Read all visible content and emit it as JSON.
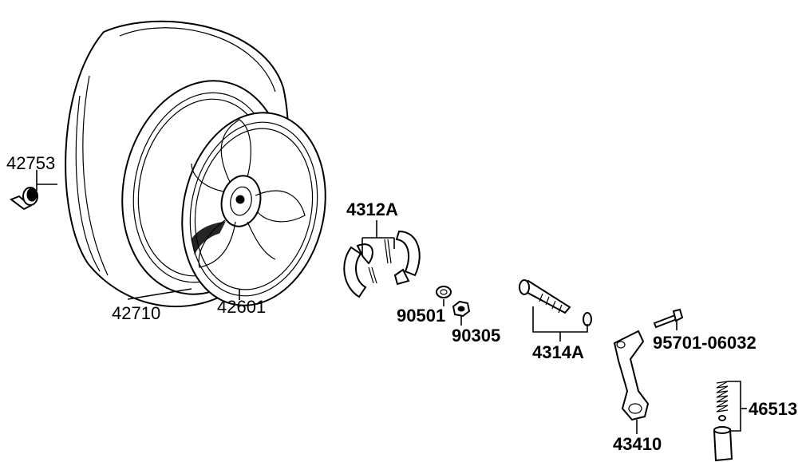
{
  "diagram": {
    "parts": [
      {
        "id": "valve",
        "number": "42753",
        "bold": false
      },
      {
        "id": "tire",
        "number": "42710",
        "bold": false
      },
      {
        "id": "rim",
        "number": "42601",
        "bold": false
      },
      {
        "id": "brake-shoe-set",
        "number": "4312A",
        "bold": true
      },
      {
        "id": "washer",
        "number": "90501",
        "bold": true
      },
      {
        "id": "nut",
        "number": "90305",
        "bold": true
      },
      {
        "id": "brake-cam-set",
        "number": "4314A",
        "bold": true
      },
      {
        "id": "bolt",
        "number": "95701-06032",
        "bold": true
      },
      {
        "id": "brake-arm",
        "number": "43410",
        "bold": true
      },
      {
        "id": "spring",
        "number": "46513",
        "bold": true
      }
    ]
  }
}
